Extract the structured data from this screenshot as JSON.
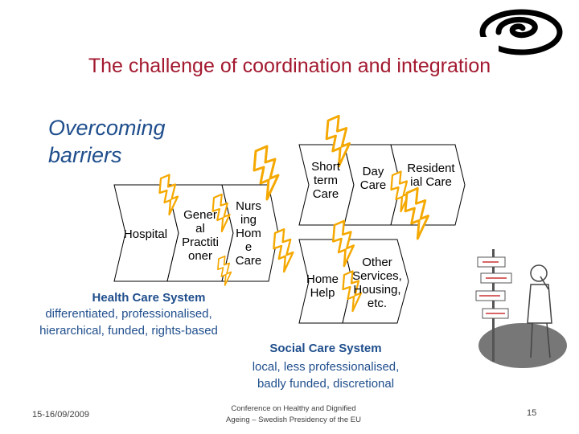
{
  "title": "The challenge of coordination and integration",
  "subtitle": "Overcoming barriers",
  "health": {
    "chevrons": [
      {
        "label": "Hospital"
      },
      {
        "label": "Gener\nal\nPractiti\noner"
      },
      {
        "label": "Nurs\ning\nHom\ne\nCare"
      }
    ],
    "system_title": "Health Care System",
    "system_desc": "differentiated, professionalised,\nhierarchical, funded, rights-based"
  },
  "social": {
    "chevrons_top": [
      {
        "label": "Short\nterm\nCare"
      },
      {
        "label": "Day\nCare"
      },
      {
        "label": "Resident\nial Care"
      }
    ],
    "chevrons_bottom": [
      {
        "label": "Home\nHelp"
      },
      {
        "label": "Other\nServices,\nHousing,\netc."
      }
    ],
    "system_title": "Social Care System",
    "system_desc": "local, less professionalised,\nbadly funded, discretional"
  },
  "footer": {
    "date": "15-16/09/2009",
    "conference": "Conference on Healthy and Dignified\nAgeing – Swedish Presidency of the EU",
    "page": "15"
  },
  "colors": {
    "title": "#a3192f",
    "accent_blue": "#1f4e8c",
    "lightning_fill": "#ffffff",
    "lightning_stroke": "#f5a800"
  },
  "icons": [
    "logo-swirl-icon",
    "lightning-icon",
    "signpost-figure-icon"
  ]
}
